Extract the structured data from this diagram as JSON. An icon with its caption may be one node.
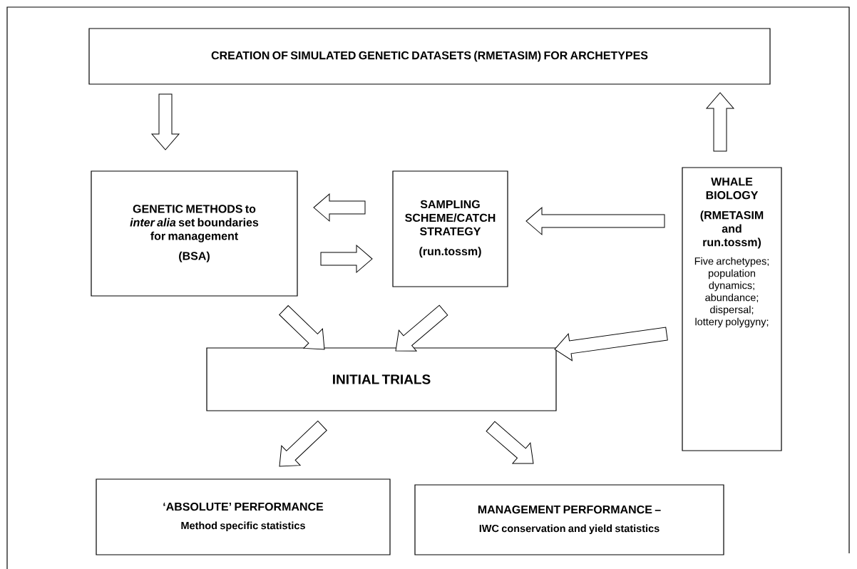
{
  "diagram": {
    "nodes": [
      {
        "text": [
          "CREATION OF SIMULATED GENETIC DATASETS (RMETASIM) FOR ARCHETYPES"
        ]
      },
      {
        "text": [
          "GENETIC METHODS to *inter alia* set boundaries for management",
          "(BSA)"
        ]
      },
      {
        "text": [
          "SAMPLING SCHEME/CATCH STRATEGY",
          "(run.tossm)"
        ]
      },
      {
        "text": [
          "WHALE BIOLOGY",
          "(RMETASIM and run.tossm)",
          "Five archetypes; population dynamics; abundance; dispersal; lottery polygyny;"
        ]
      },
      {
        "text": [
          "INITIAL TRIALS"
        ]
      },
      {
        "text": [
          "‘ABSOLUTE’ PERFORMANCE",
          "Method specific statistics"
        ]
      },
      {
        "text": [
          "MANAGEMENT PERFORMANCE –",
          "IWC conservation and yield statistics"
        ]
      }
    ],
    "edges": [
      {
        "from": 0,
        "to": 1,
        "arrow": "to"
      },
      {
        "from": 3,
        "to": 0,
        "arrow": "to"
      },
      {
        "from": 2,
        "to": 1,
        "arrow": "to"
      },
      {
        "from": 1,
        "to": 2,
        "arrow": "to"
      },
      {
        "from": 3,
        "to": 2,
        "arrow": "to"
      },
      {
        "from": 1,
        "to": 4,
        "arrow": "to"
      },
      {
        "from": 2,
        "to": 4,
        "arrow": "to"
      },
      {
        "from": 3,
        "to": 4,
        "arrow": "to"
      },
      {
        "from": 4,
        "to": 5,
        "arrow": "to"
      },
      {
        "from": 4,
        "to": 6,
        "arrow": "to"
      }
    ]
  }
}
